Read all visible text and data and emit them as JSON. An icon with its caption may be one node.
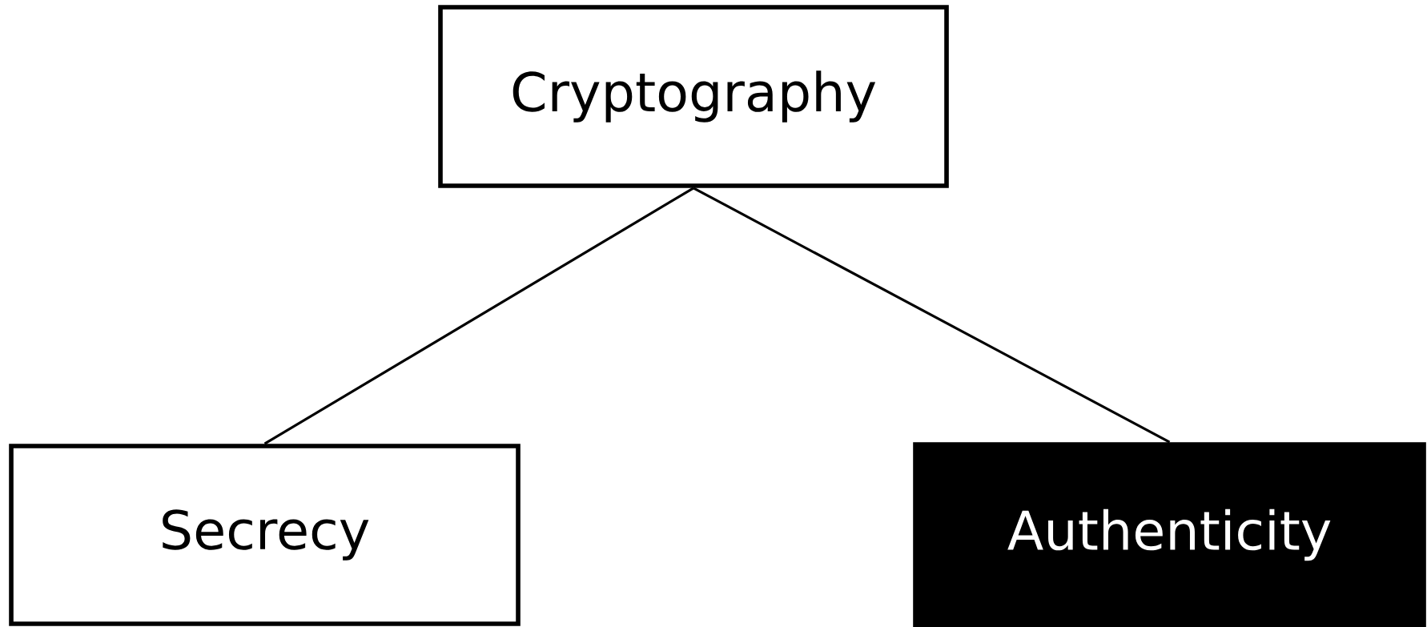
{
  "diagram": {
    "nodes": [
      {
        "text": [
          "Cryptography"
        ]
      },
      {
        "text": [
          "Secrecy"
        ]
      },
      {
        "text": [
          "Authenticity"
        ]
      }
    ],
    "edges": [
      {
        "from": 0,
        "to": 1,
        "arrow": "none"
      },
      {
        "from": 0,
        "to": 2,
        "arrow": "none"
      }
    ]
  }
}
